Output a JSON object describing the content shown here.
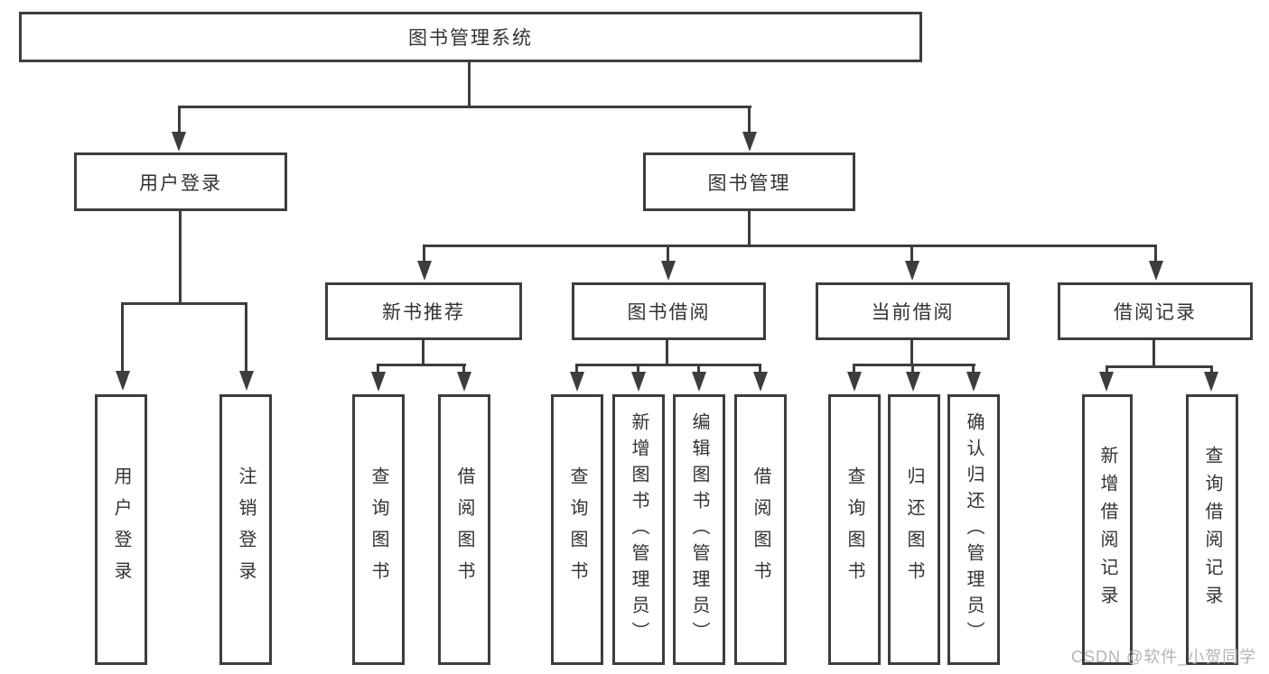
{
  "colors": {
    "line": "#3d3d3d",
    "text": "#333333",
    "watermark": "#b4b4b4",
    "background": "#ffffff"
  },
  "watermark": {
    "text": "CSDN @软件_小贺同学"
  },
  "tree": {
    "label": "图书管理系统",
    "children": [
      {
        "label": "用户登录",
        "children": [
          {
            "label": "用户登录"
          },
          {
            "label": "注销登录"
          }
        ]
      },
      {
        "label": "图书管理",
        "children": [
          {
            "label": "新书推荐",
            "children": [
              {
                "label": "查询图书"
              },
              {
                "label": "借阅图书"
              }
            ]
          },
          {
            "label": "图书借阅",
            "children": [
              {
                "label": "查询图书"
              },
              {
                "label": "新增图书（管理员）"
              },
              {
                "label": "编辑图书（管理员）"
              },
              {
                "label": "借阅图书"
              }
            ]
          },
          {
            "label": "当前借阅",
            "children": [
              {
                "label": "查询图书"
              },
              {
                "label": "归还图书"
              },
              {
                "label": "确认归还（管理员）"
              }
            ]
          },
          {
            "label": "借阅记录",
            "children": [
              {
                "label": "新增借阅记录"
              },
              {
                "label": "查询借阅记录"
              }
            ]
          }
        ]
      }
    ]
  }
}
